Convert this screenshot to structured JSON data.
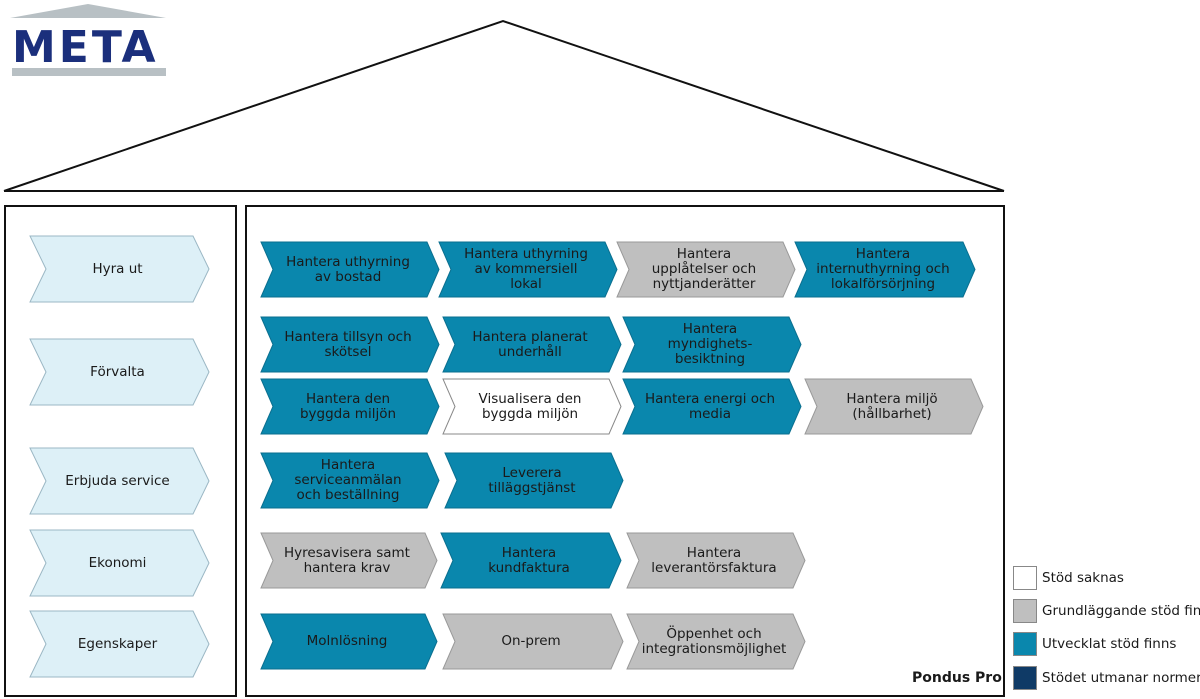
{
  "logo": {
    "text": "META"
  },
  "product_name": "Pondus Pro",
  "colors": {
    "category_fill": "#ddf0f7",
    "developed": "#0a87ad",
    "basic": "#bfbfbf",
    "missing": "#ffffff",
    "challenges": "#0f3a66"
  },
  "categories": [
    {
      "label": "Hyra ut"
    },
    {
      "label": "Förvalta"
    },
    {
      "label": "Erbjuda service"
    },
    {
      "label": "Ekonomi"
    },
    {
      "label": "Egenskaper"
    }
  ],
  "capabilities": [
    {
      "label": "Hantera uthyrning av bostad",
      "status": "developed"
    },
    {
      "label": "Hantera uthyrning av kommersiell lokal",
      "status": "developed"
    },
    {
      "label": "Hantera upplåtelser och nyttjanderätter",
      "status": "basic"
    },
    {
      "label": "Hantera internuthyrning och lokalförsörjning",
      "status": "developed"
    },
    {
      "label": "Hantera tillsyn och skötsel",
      "status": "developed"
    },
    {
      "label": "Hantera planerat underhåll",
      "status": "developed"
    },
    {
      "label": "Hantera myndighets-besiktning",
      "status": "developed"
    },
    {
      "label": "Hantera den byggda miljön",
      "status": "developed"
    },
    {
      "label": "Visualisera den byggda miljön",
      "status": "missing"
    },
    {
      "label": "Hantera energi och media",
      "status": "developed"
    },
    {
      "label": "Hantera miljö (hållbarhet)",
      "status": "basic"
    },
    {
      "label": "Hantera serviceanmälan och beställning",
      "status": "developed"
    },
    {
      "label": "Leverera tilläggstjänst",
      "status": "developed"
    },
    {
      "label": "Hyresavisera samt hantera krav",
      "status": "basic"
    },
    {
      "label": "Hantera kundfaktura",
      "status": "developed"
    },
    {
      "label": "Hantera leverantörsfaktura",
      "status": "basic"
    },
    {
      "label": "Molnlösning",
      "status": "developed"
    },
    {
      "label": "On-prem",
      "status": "basic"
    },
    {
      "label": "Öppenhet och integrationsmöjlighet",
      "status": "basic"
    }
  ],
  "legend": [
    {
      "label": "Stöd saknas",
      "status": "missing"
    },
    {
      "label": "Grundläggande stöd finns",
      "status": "basic"
    },
    {
      "label": "Utvecklat stöd finns",
      "status": "developed"
    },
    {
      "label": "Stödet utmanar normer",
      "status": "challenges"
    }
  ]
}
